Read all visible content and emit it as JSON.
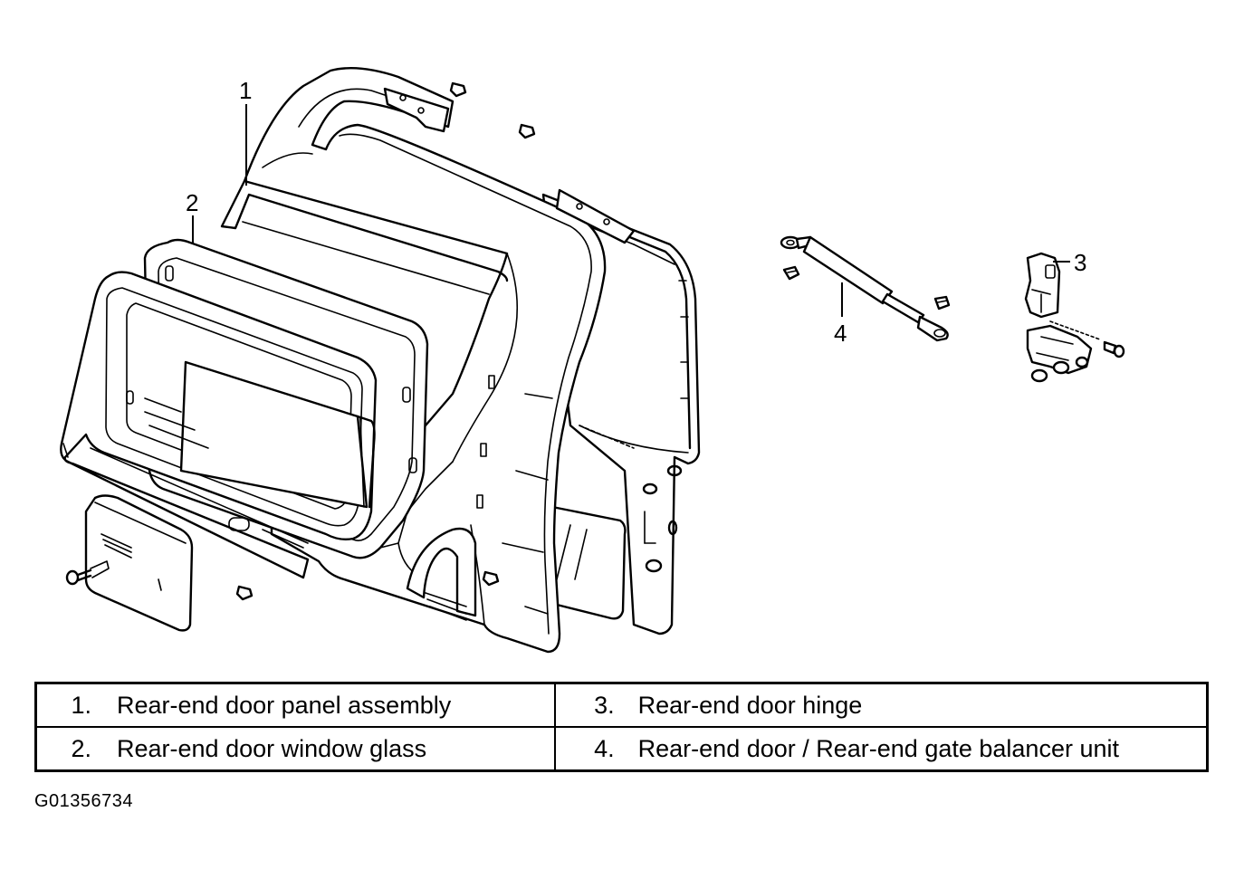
{
  "callouts": [
    {
      "number": "1"
    },
    {
      "number": "2"
    },
    {
      "number": "3"
    },
    {
      "number": "4"
    }
  ],
  "legend": {
    "rows": [
      {
        "left": {
          "number": "1.",
          "label": "Rear-end door panel assembly"
        },
        "right": {
          "number": "3.",
          "label": "Rear-end door hinge"
        }
      },
      {
        "left": {
          "number": "2.",
          "label": "Rear-end door window glass"
        },
        "right": {
          "number": "4.",
          "label": "Rear-end door / Rear-end gate balancer unit"
        }
      }
    ]
  },
  "figure_id": "G01356734",
  "colors": {
    "line": "#000000",
    "background": "#ffffff"
  }
}
